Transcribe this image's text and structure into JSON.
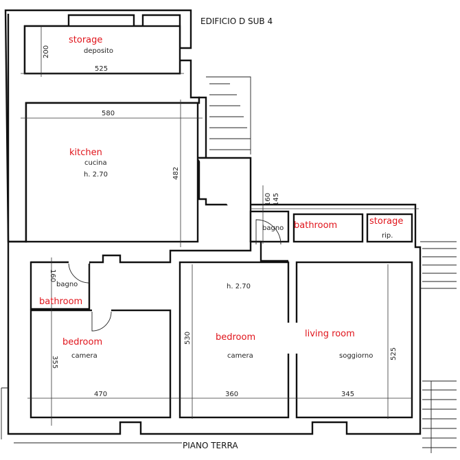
{
  "header": {
    "title": "EDIFICIO D SUB 4"
  },
  "footer": {
    "label": "PIANO TERRA"
  },
  "rooms": {
    "storage_top": {
      "label_en": "storage",
      "label_it": "deposito"
    },
    "kitchen": {
      "label_en": "kitchen",
      "label_it": "cucina",
      "height": "h. 2.70"
    },
    "bathroom_center": {
      "label_it": "bagno"
    },
    "bathroom_right": {
      "label_en": "bathroom"
    },
    "storage_right": {
      "label_en": "storage",
      "label_it": "rip."
    },
    "bathroom_left": {
      "label_en": "bathroom",
      "label_it": "bagno"
    },
    "bedroom_left": {
      "label_en": "bedroom",
      "label_it": "camera"
    },
    "bedroom_center": {
      "label_en": "bedroom",
      "label_it": "camera",
      "height": "h. 2.70"
    },
    "living_room": {
      "label_en": "living room",
      "label_it": "soggiorno"
    }
  },
  "dimensions": {
    "storage_depth": "200",
    "storage_width": "525",
    "kitchen_width": "580",
    "kitchen_depth": "482",
    "corridor_a": "160",
    "corridor_b": "145",
    "bathroom_left_depth": "160",
    "bedroom_left_depth": "355",
    "bedroom_left_width": "470",
    "bedroom_center_depth": "530",
    "bedroom_center_width": "360",
    "living_width": "345",
    "living_depth": "525"
  }
}
